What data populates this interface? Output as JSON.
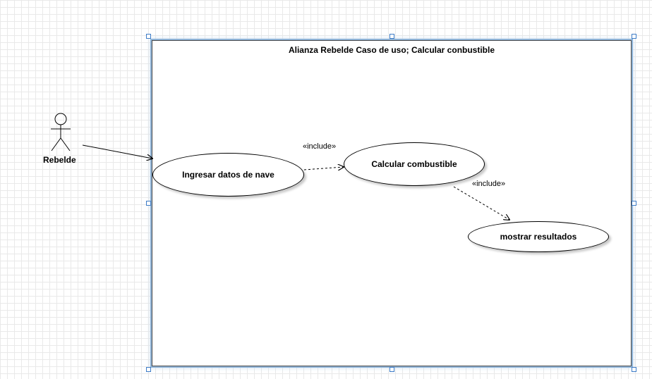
{
  "diagram": {
    "type": "uml-use-case",
    "system": {
      "title": "Alianza Rebelde Caso de uso; Calcular conbustible"
    },
    "actor": {
      "name": "Rebelde"
    },
    "use_cases": [
      {
        "id": "ingresar",
        "label": "Ingresar datos de nave"
      },
      {
        "id": "calcular",
        "label": "Calcular combustible"
      },
      {
        "id": "mostrar",
        "label": "mostrar resultados"
      }
    ],
    "relations": [
      {
        "from": "actor",
        "to": "ingresar",
        "kind": "association"
      },
      {
        "from": "ingresar",
        "to": "calcular",
        "kind": "include",
        "label": "«include»"
      },
      {
        "from": "calcular",
        "to": "mostrar",
        "kind": "include",
        "label": "«include»"
      }
    ]
  },
  "colors": {
    "grid": "#e9e9e9",
    "selection": "#3d7cc7",
    "outline": "#000000"
  }
}
